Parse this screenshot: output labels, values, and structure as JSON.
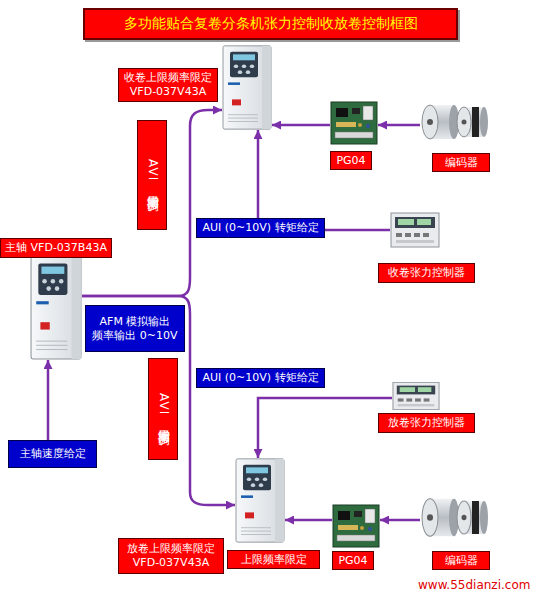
{
  "diagram": {
    "title": "多功能贴合复卷分条机张力控制收放卷控制框图",
    "nodes": [
      {
        "text": [
          "主轴 VFD-037B43A"
        ]
      },
      {
        "text": [
          "收卷上限频率限定 VFD-037V43A"
        ]
      },
      {
        "text": [
          "PG04"
        ]
      },
      {
        "text": [
          "编码器"
        ]
      },
      {
        "text": [
          "收卷张力控制器"
        ]
      },
      {
        "text": [
          "放卷上限频率限定 VFD-037V43A",
          "上限频率限定"
        ]
      },
      {
        "text": [
          "PG04"
        ]
      },
      {
        "text": [
          "编码器"
        ]
      },
      {
        "text": [
          "放卷张力控制器"
        ]
      },
      {
        "text": [
          "主轴速度给定"
        ]
      }
    ],
    "edges": [
      {
        "from": 0,
        "to": 1,
        "arrow": "to",
        "label": "AVI 增量同步调"
      },
      {
        "from": 0,
        "to": 5,
        "arrow": "to",
        "label": "AVI 增量同步调"
      },
      {
        "from": 3,
        "to": 2,
        "arrow": "to"
      },
      {
        "from": 2,
        "to": 1,
        "arrow": "to"
      },
      {
        "from": 4,
        "to": 1,
        "arrow": "to",
        "label": "AUI (0~10V) 转矩给定"
      },
      {
        "from": 7,
        "to": 6,
        "arrow": "to"
      },
      {
        "from": 6,
        "to": 5,
        "arrow": "to"
      },
      {
        "from": 8,
        "to": 5,
        "arrow": "to",
        "label": "AUI (0~10V) 转矩给定"
      },
      {
        "from": 9,
        "to": 0,
        "arrow": "to"
      }
    ],
    "labels": [
      "AFM 模拟输出 频率输出 0~10V",
      "www.55dianzi.com"
    ]
  }
}
